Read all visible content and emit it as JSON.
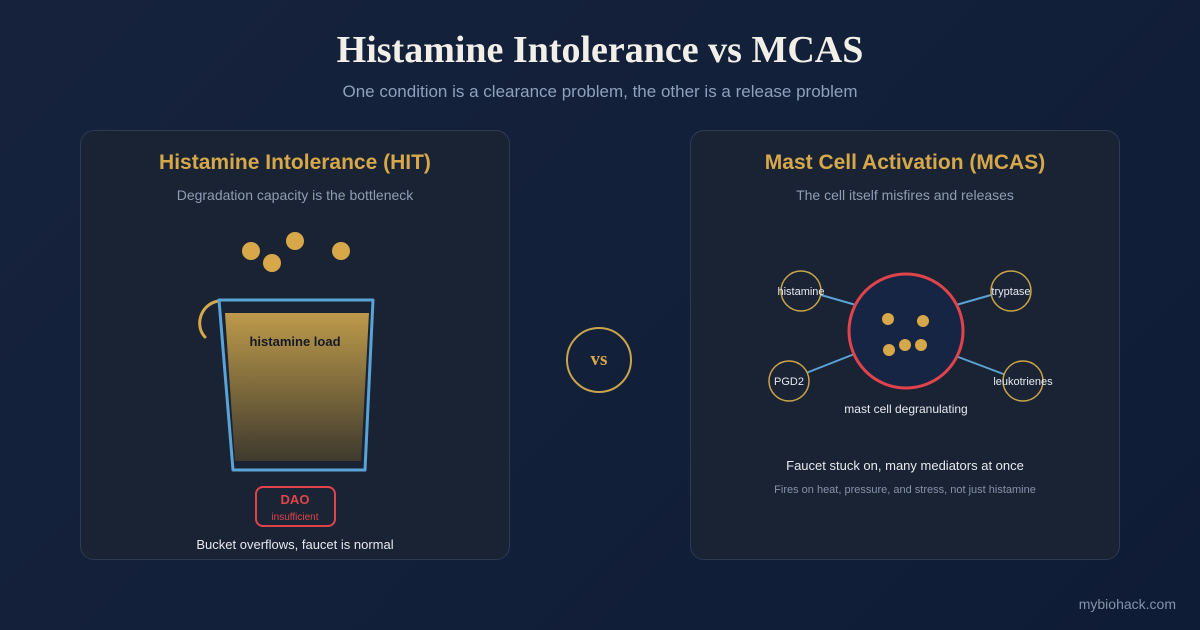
{
  "header": {
    "title": "Histamine Intolerance vs MCAS",
    "subtitle": "One condition is a clearance problem, the other is a release problem"
  },
  "left_panel": {
    "title": "Histamine Intolerance (HIT)",
    "subtitle": "Degradation capacity is the bottleneck",
    "bucket_label": "histamine load",
    "dao_label": "DAO",
    "dao_status": "insufficient",
    "caption": "Bucket overflows, faucet is normal"
  },
  "vs_label": "vs",
  "right_panel": {
    "title": "Mast Cell Activation (MCAS)",
    "subtitle": "The cell itself misfires and releases",
    "mediators": {
      "histamine": "histamine",
      "tryptase": "tryptase",
      "pgd2": "PGD2",
      "leukotrienes": "leukotrienes"
    },
    "cell_label": "mast cell degranulating",
    "caption": "Faucet stuck on, many mediators at once",
    "note": "Fires on heat, pressure, and stress, not just histamine"
  },
  "brand": "mybiohack.com",
  "colors": {
    "gold": "#d6a84a",
    "blue_outline": "#5aa3d6",
    "red": "#e0444a",
    "panel": "#1b2434",
    "background": "#13203a"
  }
}
